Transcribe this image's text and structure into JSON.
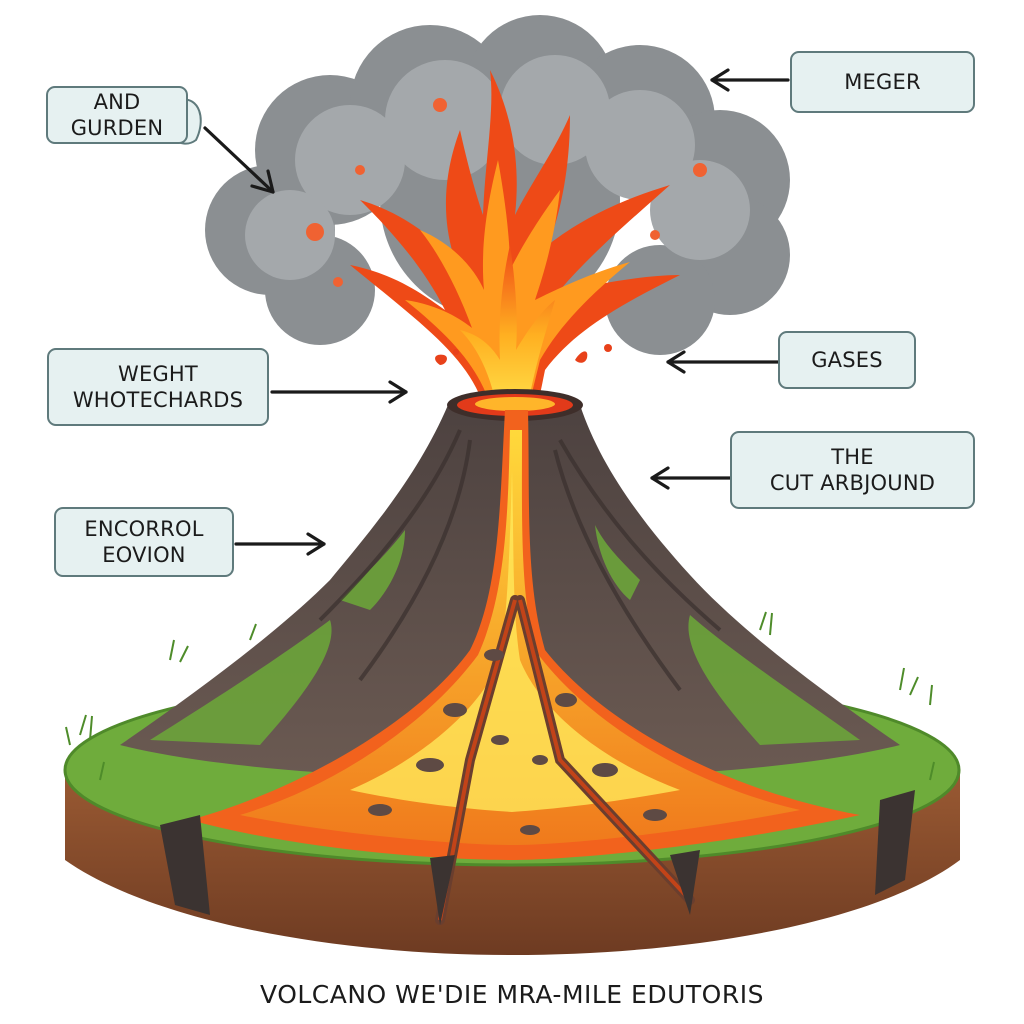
{
  "labels": {
    "and_gurden": {
      "line1": "AND",
      "line2": "GURDEN"
    },
    "meger": {
      "text": "MEGER"
    },
    "weght": {
      "line1": "WEGHT",
      "line2": "WHOTECHARDS"
    },
    "gases": {
      "text": "GASES"
    },
    "cutarbjound": {
      "line1": "THE",
      "line2": "CUT ARBJOUND"
    },
    "encorrol": {
      "line1": "ENCORROL",
      "line2": "EOVION"
    }
  },
  "caption": "VOLCANO WE'DIE MRA-MILE EDUTORIS",
  "colors": {
    "smoke": "#8e9294",
    "smoke_light": "#b8bcbe",
    "lava": "#f0601c",
    "lava_bright": "#ffd23a",
    "rock": "#5b4e4a",
    "grass": "#6eaa3a",
    "soil": "#8a4e2c",
    "label_bg": "#e6f1f1",
    "label_border": "#5f7a7c"
  }
}
